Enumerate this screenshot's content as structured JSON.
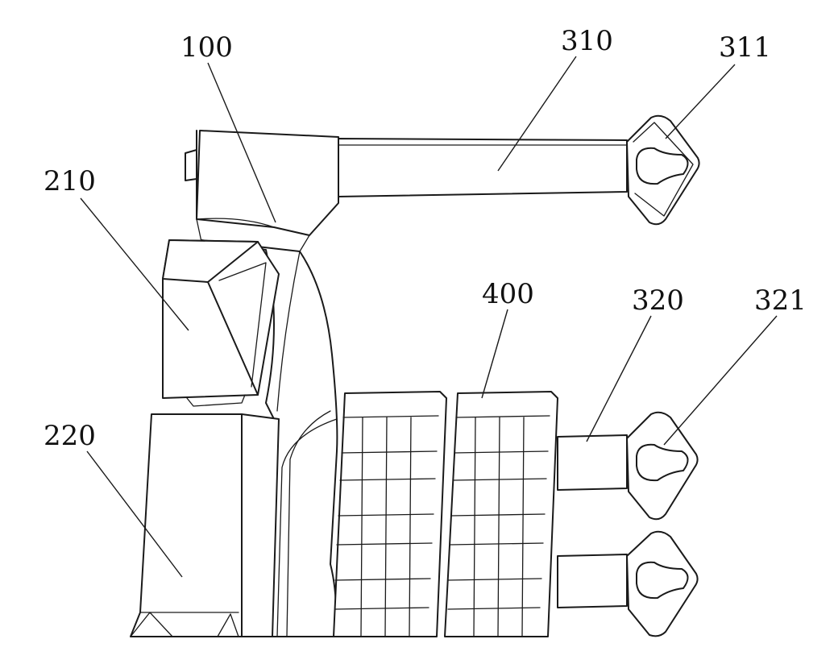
{
  "labels": {
    "l100": "100",
    "l310": "310",
    "l311": "311",
    "l210": "210",
    "l400": "400",
    "l320": "320",
    "l321": "321",
    "l220": "220"
  }
}
